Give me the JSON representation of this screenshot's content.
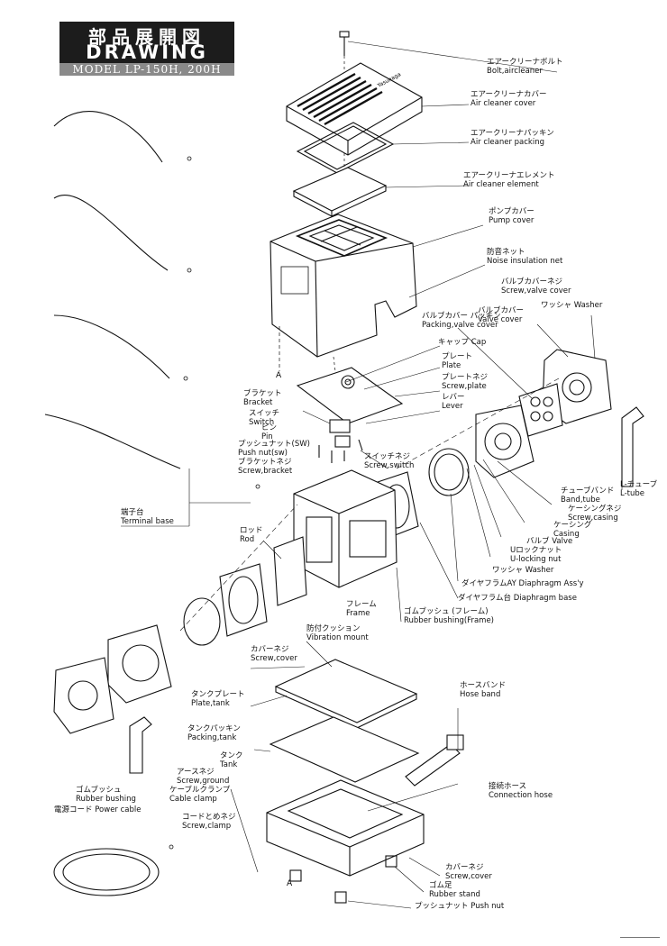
{
  "header": {
    "title_jp": "部品展開図",
    "title_en": "DRAWING",
    "model": "MODEL LP-150H, 200H"
  },
  "labels": [
    {
      "id": "bolt-aircleaner",
      "jp": "エアークリーナボルト",
      "en": "Bolt,aircleaner"
    },
    {
      "id": "air-cleaner-cover",
      "jp": "エアークリーナカバー",
      "en": "Air cleaner cover"
    },
    {
      "id": "air-cleaner-packing",
      "jp": "エアークリーナパッキン",
      "en": "Air cleaner packing"
    },
    {
      "id": "air-cleaner-element",
      "jp": "エアークリーナエレメント",
      "en": "Air cleaner element"
    },
    {
      "id": "pump-cover",
      "jp": "ポンプカバー",
      "en": "Pump cover"
    },
    {
      "id": "noise-insulation-net",
      "jp": "防音ネット",
      "en": "Noise insulation net"
    },
    {
      "id": "screw-valve-cover",
      "jp": "バルブカバーネジ",
      "en": "Screw,valve cover"
    },
    {
      "id": "washer-top",
      "jp": "ワッシャ",
      "en": "Washer"
    },
    {
      "id": "valve-cover",
      "jp": "バルブカバー",
      "en": "Valve cover"
    },
    {
      "id": "packing-valve-cover",
      "jp": "バルブカバー パッキン",
      "en": "Packing,valve cover"
    },
    {
      "id": "cap",
      "jp": "キャップ",
      "en": "Cap"
    },
    {
      "id": "plate",
      "jp": "プレート",
      "en": "Plate"
    },
    {
      "id": "screw-plate",
      "jp": "プレートネジ",
      "en": "Screw,plate"
    },
    {
      "id": "lever",
      "jp": "レバー",
      "en": "Lever"
    },
    {
      "id": "bracket",
      "jp": "ブラケット",
      "en": "Bracket"
    },
    {
      "id": "switch",
      "jp": "スイッチ",
      "en": "Switch"
    },
    {
      "id": "pin",
      "jp": "ピン",
      "en": "Pin"
    },
    {
      "id": "push-nut-sw",
      "jp": "プッシュナット(SW)",
      "en": "Push nut(sw)"
    },
    {
      "id": "screw-bracket",
      "jp": "ブラケットネジ",
      "en": "Screw,bracket"
    },
    {
      "id": "screw-switch",
      "jp": "スイッチネジ",
      "en": "Screw,switch"
    },
    {
      "id": "l-tube",
      "jp": "L-チューブ",
      "en": "L-tube"
    },
    {
      "id": "band-tube",
      "jp": "チューブバンド",
      "en": "Band,tube"
    },
    {
      "id": "screw-casing",
      "jp": "ケーシングネジ",
      "en": "Screw,casing"
    },
    {
      "id": "casing",
      "jp": "ケーシング",
      "en": "Casing"
    },
    {
      "id": "valve",
      "jp": "バルブ",
      "en": "Valve"
    },
    {
      "id": "u-locking-nut",
      "jp": "Uロックナット",
      "en": "U-locking nut"
    },
    {
      "id": "washer-mid",
      "jp": "ワッシャ",
      "en": "Washer"
    },
    {
      "id": "diaphragm-assy",
      "jp": "ダイヤフラムAY",
      "en": "Diaphragm Ass'y"
    },
    {
      "id": "diaphragm-base",
      "jp": "ダイヤフラム台",
      "en": "Diaphragm base"
    },
    {
      "id": "terminal-base",
      "jp": "端子台",
      "en": "Terminal base"
    },
    {
      "id": "rod",
      "jp": "ロッド",
      "en": "Rod"
    },
    {
      "id": "frame",
      "jp": "フレーム",
      "en": "Frame"
    },
    {
      "id": "rubber-bushing-frame",
      "jp": "ゴムブッシュ (フレーム)",
      "en": "Rubber bushing(Frame)"
    },
    {
      "id": "vibration-mount",
      "jp": "防付クッション",
      "en": "Vibration mount"
    },
    {
      "id": "screw-cover-top",
      "jp": "カバーネジ",
      "en": "Screw,cover"
    },
    {
      "id": "plate-tank",
      "jp": "タンクプレート",
      "en": "Plate,tank"
    },
    {
      "id": "packing-tank",
      "jp": "タンクパッキン",
      "en": "Packing,tank"
    },
    {
      "id": "hose-band",
      "jp": "ホースバンド",
      "en": "Hose band"
    },
    {
      "id": "tank",
      "jp": "タンク",
      "en": "Tank"
    },
    {
      "id": "screw-ground",
      "jp": "アースネジ",
      "en": "Screw,ground"
    },
    {
      "id": "cable-clamp",
      "jp": "ケーブルクランプ",
      "en": "Cable clamp"
    },
    {
      "id": "connection-hose",
      "jp": "接続ホース",
      "en": "Connection hose"
    },
    {
      "id": "rubber-bushing",
      "jp": "ゴムブッシュ",
      "en": "Rubber bushing"
    },
    {
      "id": "screw-clamp",
      "jp": "コードとめネジ",
      "en": "Screw,clamp"
    },
    {
      "id": "power-cable",
      "jp": "電源コード",
      "en": "Power cable"
    },
    {
      "id": "screw-cover-bottom",
      "jp": "カバーネジ",
      "en": "Screw,cover"
    },
    {
      "id": "rubber-stand",
      "jp": "ゴム足",
      "en": "Rubber stand"
    },
    {
      "id": "push-nut",
      "jp": "プッシュナット",
      "en": "Push nut"
    }
  ],
  "markers": {
    "a1": "A",
    "a2": "A"
  },
  "cover_brand": "Yasunaga"
}
